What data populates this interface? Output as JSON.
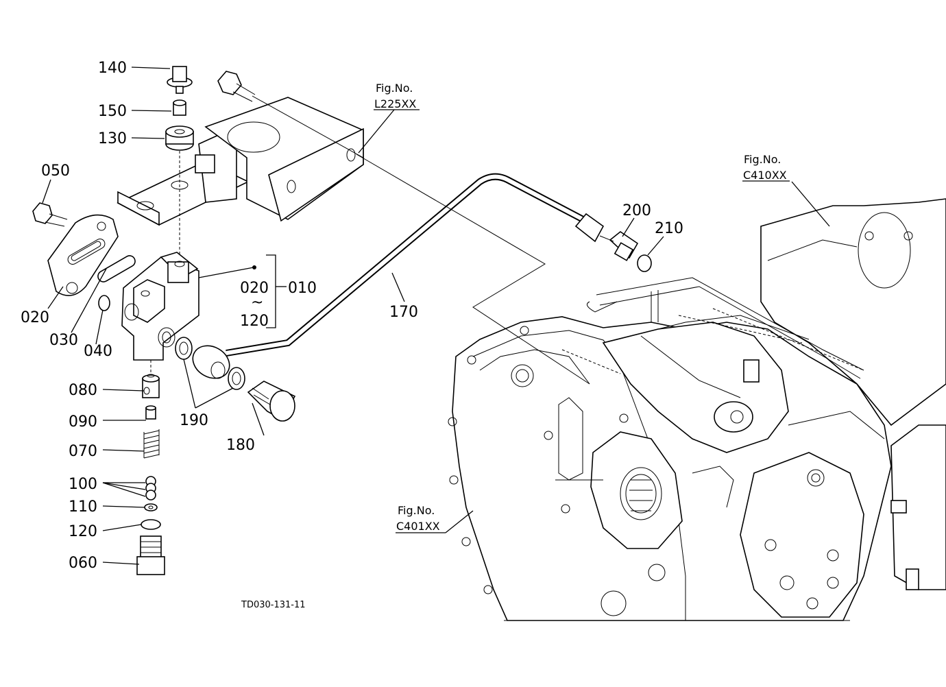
{
  "labels": {
    "p140": "140",
    "p150": "150",
    "p130": "130",
    "p050": "050",
    "p020": "020",
    "p030": "030",
    "p040": "040",
    "p020b": "020",
    "p010": "010",
    "tilde": "~",
    "p120b": "120",
    "p080": "080",
    "p090": "090",
    "p070": "070",
    "p100": "100",
    "p110": "110",
    "p120": "120",
    "p060": "060",
    "p190": "190",
    "p180": "180",
    "p170": "170",
    "p200": "200",
    "p210": "210"
  },
  "fig_refs": {
    "l225_title": "Fig.No.",
    "l225_code": "L225XX",
    "c410_title": "Fig.No.",
    "c410_code": "C410XX",
    "c401_title": "Fig.No.",
    "c401_code": "C401XX"
  },
  "drawing_code": "TD030-131-11"
}
